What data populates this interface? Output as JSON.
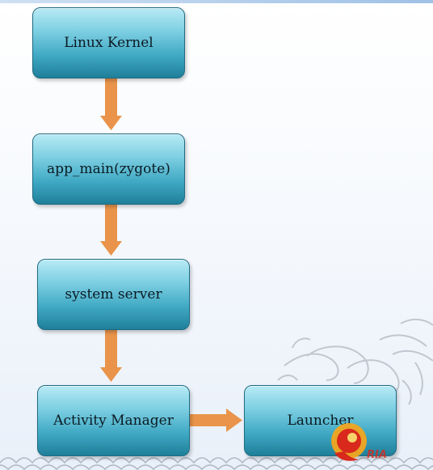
{
  "diagram": {
    "nodes": [
      {
        "id": "kernel",
        "label": "Linux Kernel"
      },
      {
        "id": "appmain",
        "label": "app_main(zygote)"
      },
      {
        "id": "system",
        "label": "system server"
      },
      {
        "id": "activity",
        "label": "Activity Manager"
      },
      {
        "id": "launcher",
        "label": "Launcher"
      }
    ],
    "edges": [
      {
        "from": "kernel",
        "to": "appmain"
      },
      {
        "from": "appmain",
        "to": "system"
      },
      {
        "from": "system",
        "to": "activity"
      },
      {
        "from": "activity",
        "to": "launcher"
      }
    ]
  },
  "colors": {
    "box_top": "#b7eaf5",
    "box_bottom": "#1f7f9a",
    "box_border": "#1f6b82",
    "arrow": "#e9944a",
    "logo_red": "#d9281c",
    "logo_orange": "#f2a51f"
  },
  "decorations": {
    "background_motif": "dragon-and-waves",
    "logo": "9ria-logo"
  }
}
